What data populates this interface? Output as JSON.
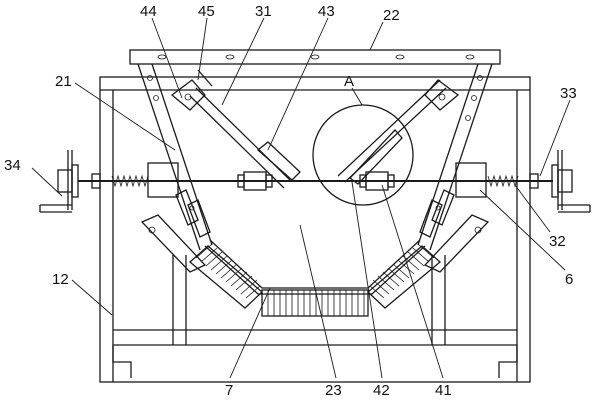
{
  "labels": {
    "l44": "44",
    "l45": "45",
    "l31": "31",
    "l43": "43",
    "l22": "22",
    "l21": "21",
    "lA": "A",
    "l33": "33",
    "l34": "34",
    "l32": "32",
    "l6": "6",
    "l12": "12",
    "l7": "7",
    "l23": "23",
    "l42": "42",
    "l41": "41"
  }
}
